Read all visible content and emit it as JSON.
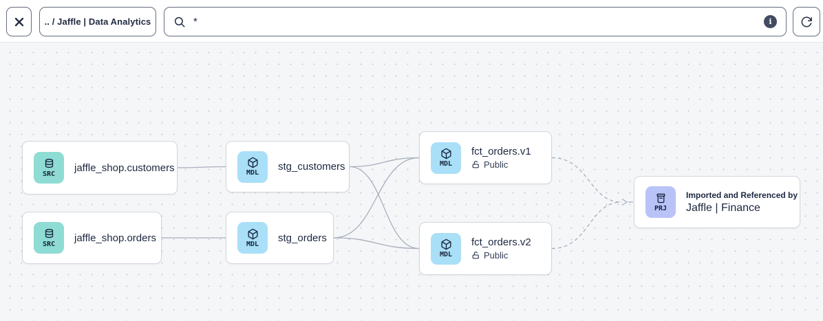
{
  "topbar": {
    "breadcrumb": ".. / Jaffle | Data Analytics",
    "search_value": "*",
    "info_glyph": "i"
  },
  "nodes": [
    {
      "type": "source",
      "badge": "SRC",
      "title": "jaffle_shop.customers"
    },
    {
      "type": "source",
      "badge": "SRC",
      "title": "jaffle_shop.orders"
    },
    {
      "type": "model",
      "badge": "MDL",
      "title": "stg_customers"
    },
    {
      "type": "model",
      "badge": "MDL",
      "title": "stg_orders"
    },
    {
      "type": "model",
      "badge": "MDL",
      "title": "fct_orders.v1",
      "access": "Public"
    },
    {
      "type": "model",
      "badge": "MDL",
      "title": "fct_orders.v2",
      "access": "Public"
    },
    {
      "type": "project",
      "badge": "PRJ",
      "subtitle": "Imported and Referenced by",
      "title": "Jaffle | Finance"
    }
  ],
  "edges": [
    {
      "from": "jaffle_shop.customers",
      "to": "stg_customers",
      "style": "solid"
    },
    {
      "from": "jaffle_shop.orders",
      "to": "stg_orders",
      "style": "solid"
    },
    {
      "from": "stg_customers",
      "to": "fct_orders.v1",
      "style": "solid"
    },
    {
      "from": "stg_customers",
      "to": "fct_orders.v2",
      "style": "solid"
    },
    {
      "from": "stg_orders",
      "to": "fct_orders.v1",
      "style": "solid"
    },
    {
      "from": "stg_orders",
      "to": "fct_orders.v2",
      "style": "solid"
    },
    {
      "from": "fct_orders.v1",
      "to": "Jaffle | Finance",
      "style": "dashed-arrow"
    },
    {
      "from": "fct_orders.v2",
      "to": "Jaffle | Finance",
      "style": "dashed-arrow"
    }
  ],
  "icons": {
    "close": "x",
    "search": "magnifier",
    "info": "i-in-filled-circle",
    "refresh": "clockwise-arrow",
    "source_badge": "database-cylinder",
    "model_badge": "cube",
    "project_badge": "archive-box",
    "public_access": "lock-open"
  },
  "colors": {
    "src_badge": "#8EDCD3",
    "mdl_badge": "#A9DFF7",
    "prj_badge": "#B9C3F8",
    "edge": "#A7AFBC",
    "canvas_bg": "#F5F6F8",
    "node_border": "#D2D6DE",
    "toolbar_border": "#646C80",
    "ink": "#1C2740",
    "info_circle": "#414B61"
  }
}
